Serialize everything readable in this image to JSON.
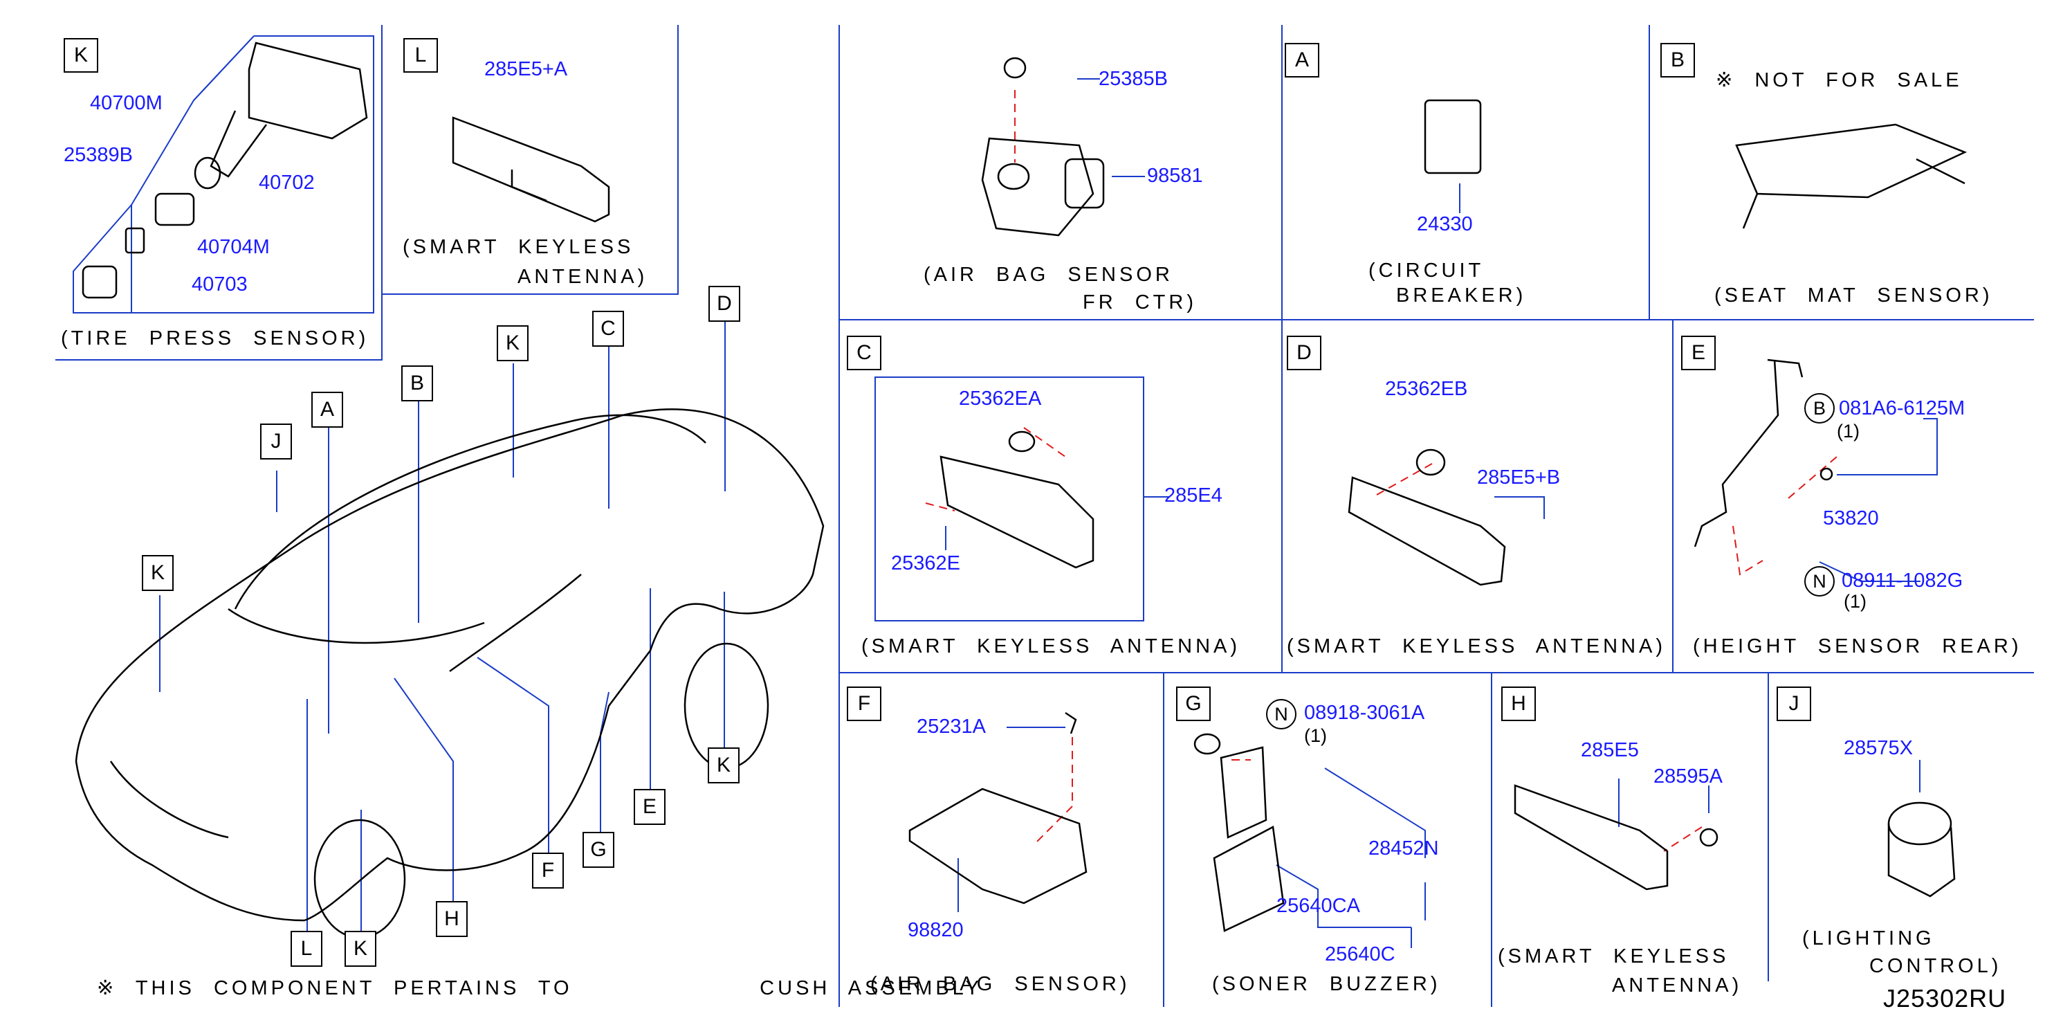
{
  "figure_code": "J25302RU",
  "footnote": "※ THIS COMPONENT PERTAINS TO          CUSH ASSEMBLY",
  "panels": {
    "K": {
      "letter": "K",
      "caption": "(TIRE PRESS SENSOR)",
      "parts": [
        "40700M",
        "25389B",
        "40702",
        "40704M",
        "40703"
      ]
    },
    "L": {
      "letter": "L",
      "caption1": "(SMART KEYLESS",
      "caption2": "ANTENNA)",
      "parts": [
        "285E5+A"
      ]
    },
    "airbag_fr": {
      "caption1": "(AIR BAG SENSOR",
      "caption2": "FR CTR)",
      "parts": [
        "25385B",
        "98581"
      ]
    },
    "A": {
      "letter": "A",
      "caption1": "(CIRCUIT",
      "caption2": "BREAKER)",
      "parts": [
        "24330"
      ]
    },
    "B": {
      "letter": "B",
      "note": "※ NOT FOR SALE",
      "caption": "(SEAT MAT SENSOR)"
    },
    "C": {
      "letter": "C",
      "caption": "(SMART KEYLESS ANTENNA)",
      "parts": [
        "25362EA",
        "285E4",
        "25362E"
      ]
    },
    "D": {
      "letter": "D",
      "caption": "(SMART KEYLESS ANTENNA)",
      "parts": [
        "25362EB",
        "285E5+B"
      ]
    },
    "E": {
      "letter": "E",
      "caption": "(HEIGHT SENSOR REAR)",
      "parts": [
        "081A6-6125M",
        "53820",
        "08911-1082G"
      ],
      "bolt_prefix": "B",
      "nut_prefix": "N",
      "qty1": "(1)",
      "qty2": "(1)"
    },
    "F": {
      "letter": "F",
      "caption": "(AIR BAG SENSOR)",
      "parts": [
        "25231A",
        "98820"
      ]
    },
    "G": {
      "letter": "G",
      "caption": "(SONER BUZZER)",
      "parts": [
        "08918-3061A",
        "28452N",
        "25640CA",
        "25640C"
      ],
      "nut_prefix": "N",
      "qty": "(1)"
    },
    "H": {
      "letter": "H",
      "caption1": "(SMART KEYLESS",
      "caption2": "ANTENNA)",
      "parts": [
        "285E5",
        "28595A"
      ]
    },
    "J": {
      "letter": "J",
      "caption1": "(LIGHTING",
      "caption2": "CONTROL)",
      "parts": [
        "28575X"
      ]
    }
  },
  "car_callouts": [
    "J",
    "A",
    "B",
    "K",
    "C",
    "D",
    "K",
    "K",
    "E",
    "G",
    "F",
    "H",
    "L",
    "K"
  ]
}
